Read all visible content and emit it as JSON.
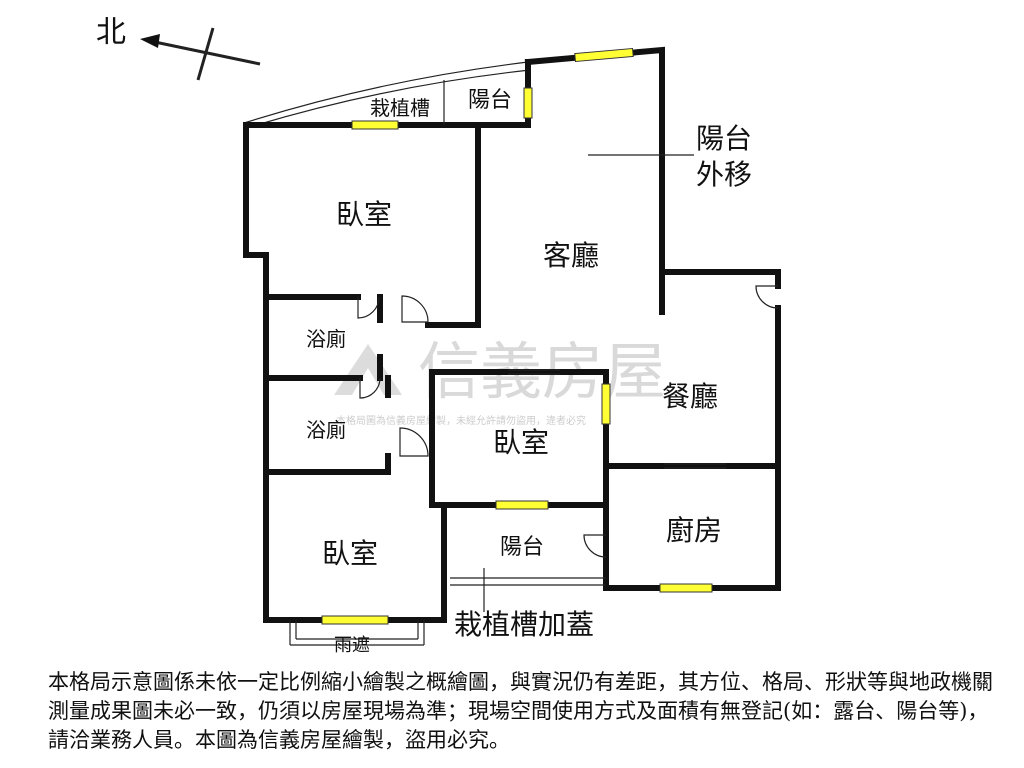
{
  "compass": {
    "north_label": "北"
  },
  "rooms": {
    "planter_top": "栽植槽",
    "balcony_top": "陽台",
    "balcony_moved_line1": "陽台",
    "balcony_moved_line2": "外移",
    "bedroom_nw": "臥室",
    "living_room": "客廳",
    "bathroom_1": "浴廁",
    "bathroom_2": "浴廁",
    "dining_room": "餐廳",
    "bedroom_center": "臥室",
    "bedroom_sw": "臥室",
    "balcony_bottom": "陽台",
    "kitchen": "廚房",
    "planter_covered": "栽植槽加蓋",
    "rain_shelter": "雨遮"
  },
  "watermark": {
    "brand": "信義房屋",
    "notice": "本格局圖為信義房屋繪製，未經允許請勿盜用，違者必究"
  },
  "disclaimer": "本格局示意圖係未依一定比例縮小繪製之概繪圖，與實況仍有差距，其方位、格局、形狀等與地政機關測量成果圖未必一致，仍須以房屋現場為準；現場空間使用方式及面積有無登記(如：露台、陽台等)，請洽業務人員。本圖為信義房屋繪製，盜用必究。"
}
